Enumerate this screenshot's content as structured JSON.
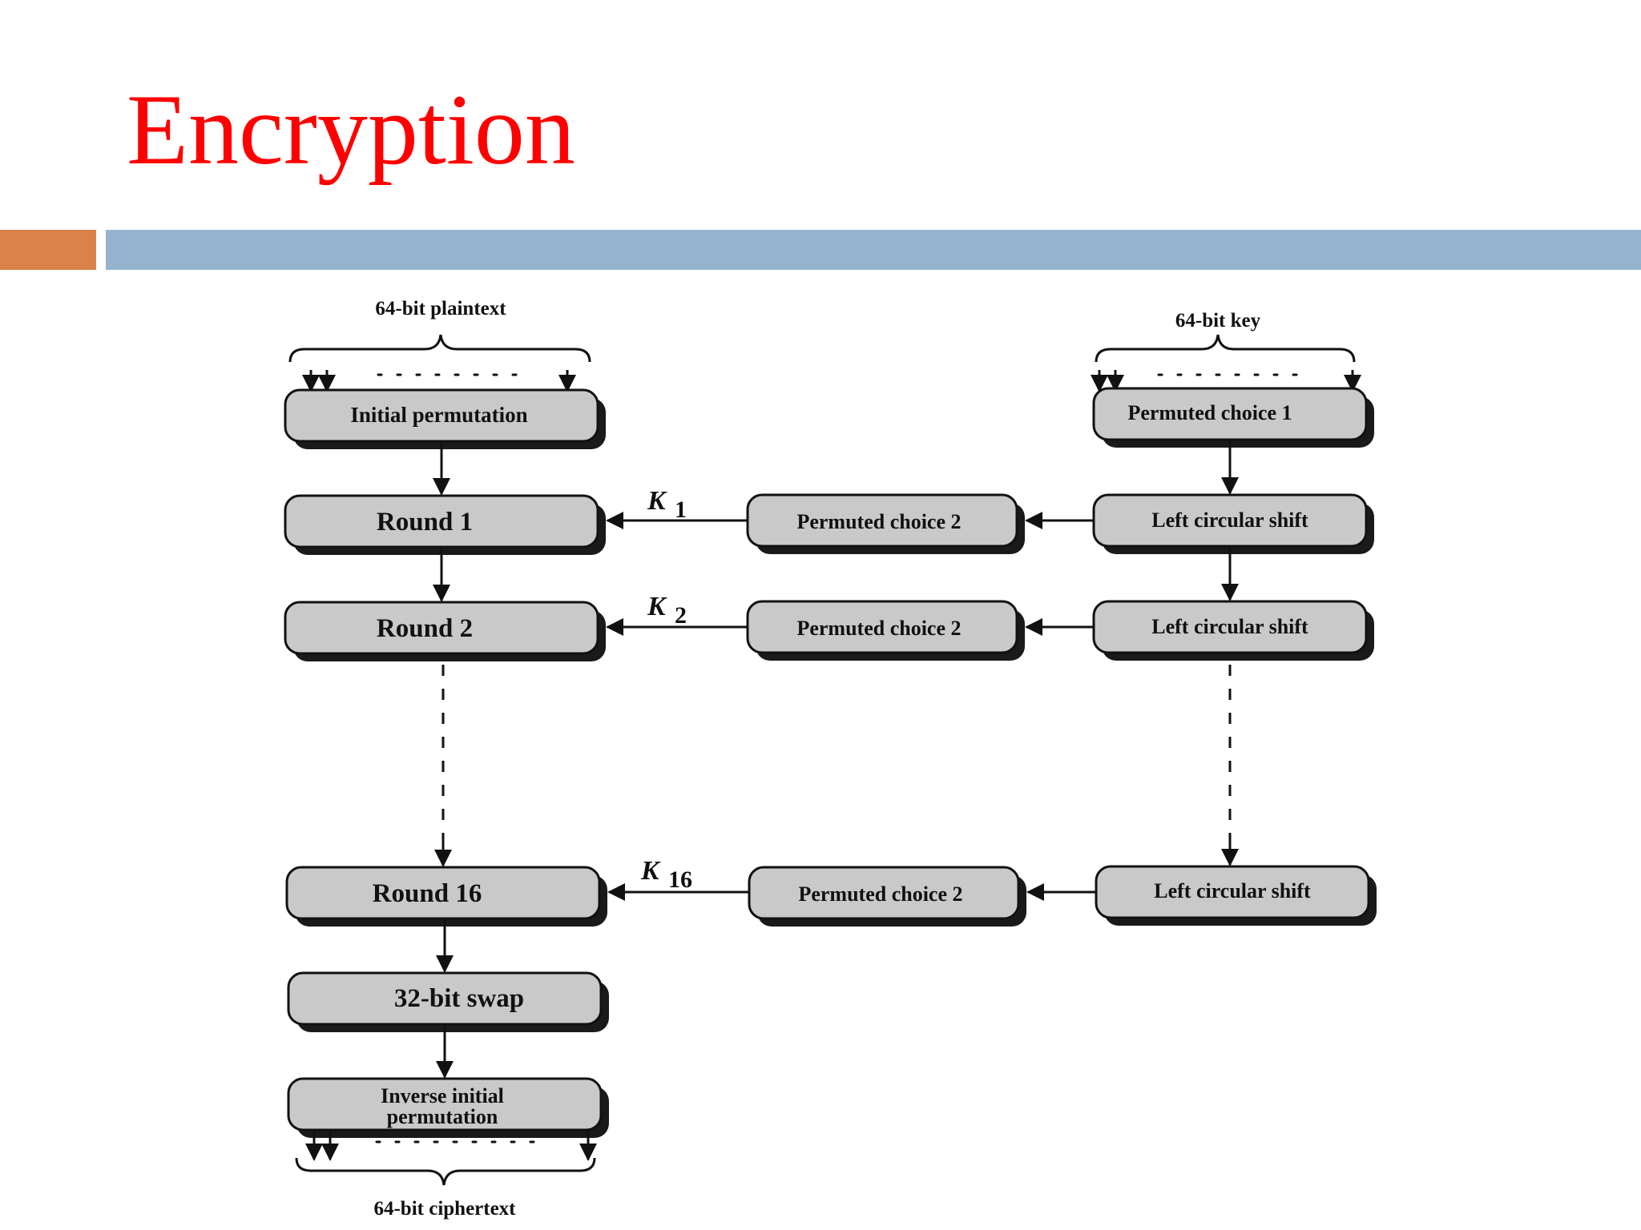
{
  "slide": {
    "title": "Encryption",
    "colors": {
      "title": "#ff0000",
      "accent_bar": "#d9824a",
      "main_bar": "#95b3cd"
    }
  },
  "diagram": {
    "plaintext_label": "64-bit plaintext",
    "key_label": "64-bit key",
    "ciphertext_label": "64-bit ciphertext",
    "data_path": {
      "initial_permutation": "Initial permutation",
      "round_1": "Round 1",
      "round_2": "Round 2",
      "round_16": "Round 16",
      "swap": "32-bit swap",
      "inverse_line1": "Inverse initial",
      "inverse_line2": "permutation"
    },
    "key_schedule": {
      "pc1": "Permuted choice 1",
      "pc2": "Permuted choice 2",
      "shift": "Left circular shift",
      "subkeys": [
        {
          "letter": "K",
          "index": "1"
        },
        {
          "letter": "K",
          "index": "2"
        },
        {
          "letter": "K",
          "index": "16"
        }
      ]
    },
    "colors": {
      "box_fill": "#c9c9c9",
      "box_shadow": "#1a1a1a",
      "line": "#111111"
    }
  }
}
